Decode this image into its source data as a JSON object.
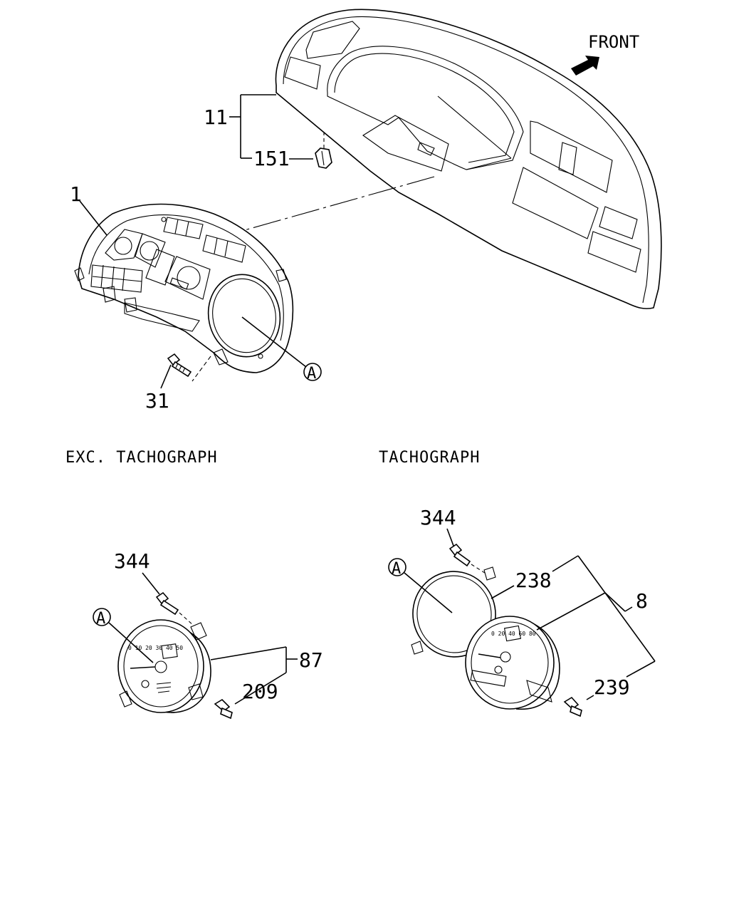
{
  "labels": {
    "front": "FRONT",
    "part_11": "11",
    "part_151": "151",
    "part_1": "1",
    "part_31": "31",
    "ref_a_top": "A",
    "exc_tachograph": "EXC. TACHOGRAPH",
    "tachograph": "TACHOGRAPH",
    "part_344_left": "344",
    "ref_a_left": "A",
    "part_87": "87",
    "part_209": "209",
    "part_344_right": "344",
    "ref_a_right": "A",
    "part_238": "238",
    "part_8": "8",
    "part_239": "239"
  }
}
